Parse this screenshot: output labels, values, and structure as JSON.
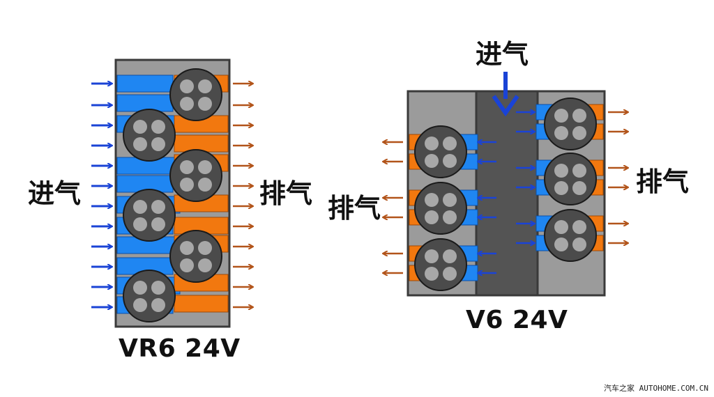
{
  "colors": {
    "intake": "#1a43d6",
    "exhaust": "#b2541a",
    "intake_port": "#1f86f2",
    "exhaust_port": "#f2780f",
    "block": "#9b9b9b",
    "block_border": "#3a3a3a",
    "v6_valley": "#545454",
    "cylinder": "#4b4b4b",
    "valve": "#a8a8a8"
  },
  "vr6": {
    "title": "VR6 24V",
    "intake_label": "进气",
    "exhaust_label": "排气"
  },
  "v6": {
    "title": "V6 24V",
    "intake_label": "进气",
    "exhaust_left_label": "排气",
    "exhaust_right_label": "排气"
  },
  "watermark": "汽车之家 AUTOHOME.COM.CN"
}
